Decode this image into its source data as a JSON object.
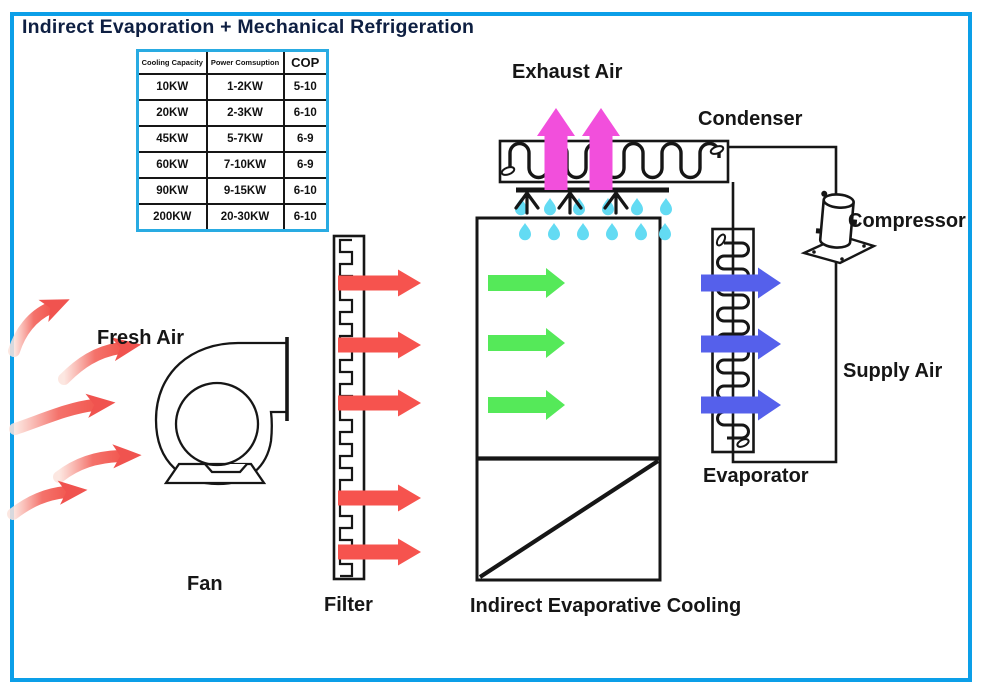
{
  "title": "Indirect Evaporation + Mechanical Refrigeration",
  "table": {
    "headers": [
      "Cooling Capacity",
      "Power Comsuption",
      "COP"
    ],
    "rows": [
      [
        "10KW",
        "1-2KW",
        "5-10"
      ],
      [
        "20KW",
        "2-3KW",
        "6-10"
      ],
      [
        "45KW",
        "5-7KW",
        "6-9"
      ],
      [
        "60KW",
        "7-10KW",
        "6-9"
      ],
      [
        "90KW",
        "9-15KW",
        "6-10"
      ],
      [
        "200KW",
        "20-30KW",
        "6-10"
      ]
    ]
  },
  "labels": {
    "fresh_air": "Fresh Air",
    "fan": "Fan",
    "filter": "Filter",
    "iec": "Indirect Evaporative Cooling",
    "exhaust_air": "Exhaust Air",
    "condenser": "Condenser",
    "compressor": "Compressor",
    "supply_air": "Supply Air",
    "evaporator": "Evaporator"
  },
  "colors": {
    "frame_blue": "#0C9FE8",
    "table_border_blue": "#29ABE2",
    "arrow_red": "#F6534E",
    "arrow_green": "#55E959",
    "arrow_magenta": "#F24FDC",
    "arrow_blue": "#5560EB",
    "droplet_cyan": "#63DBF3",
    "line_black": "#161616"
  }
}
